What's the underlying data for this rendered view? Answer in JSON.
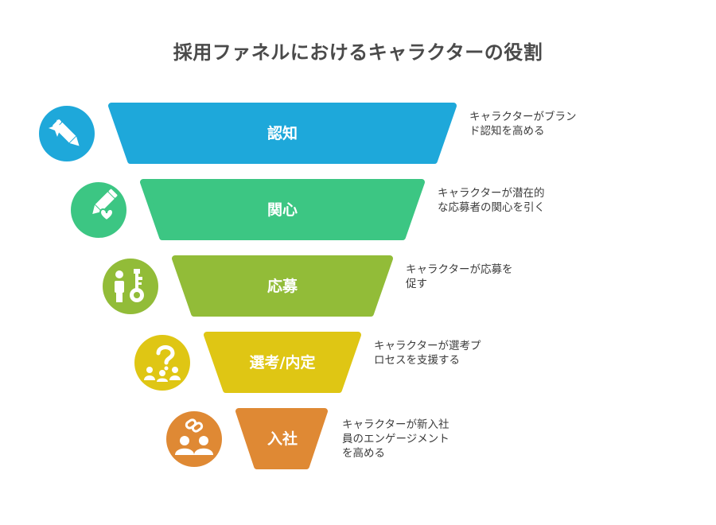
{
  "title": "採用ファネルにおけるキャラクターの役割",
  "stages": [
    {
      "label": "認知",
      "description": "キャラクターがブラン\nド認知を高める",
      "color": "#1ea8da",
      "icon": "pencil-sparkle-icon"
    },
    {
      "label": "関心",
      "description": "キャラクターが潜在的\nな応募者の関心を引く",
      "color": "#3cc683",
      "icon": "pencil-heart-icon"
    },
    {
      "label": "応募",
      "description": "キャラクターが応募を\n促す",
      "color": "#92bc38",
      "icon": "person-key-icon"
    },
    {
      "label": "選考/内定",
      "description": "キャラクターが選考プ\nロセスを支援する",
      "color": "#dfc614",
      "icon": "question-group-icon"
    },
    {
      "label": "入社",
      "description": "キャラクターが新入社\n員のエンゲージメント\nを高める",
      "color": "#df8934",
      "icon": "linked-people-icon"
    }
  ]
}
